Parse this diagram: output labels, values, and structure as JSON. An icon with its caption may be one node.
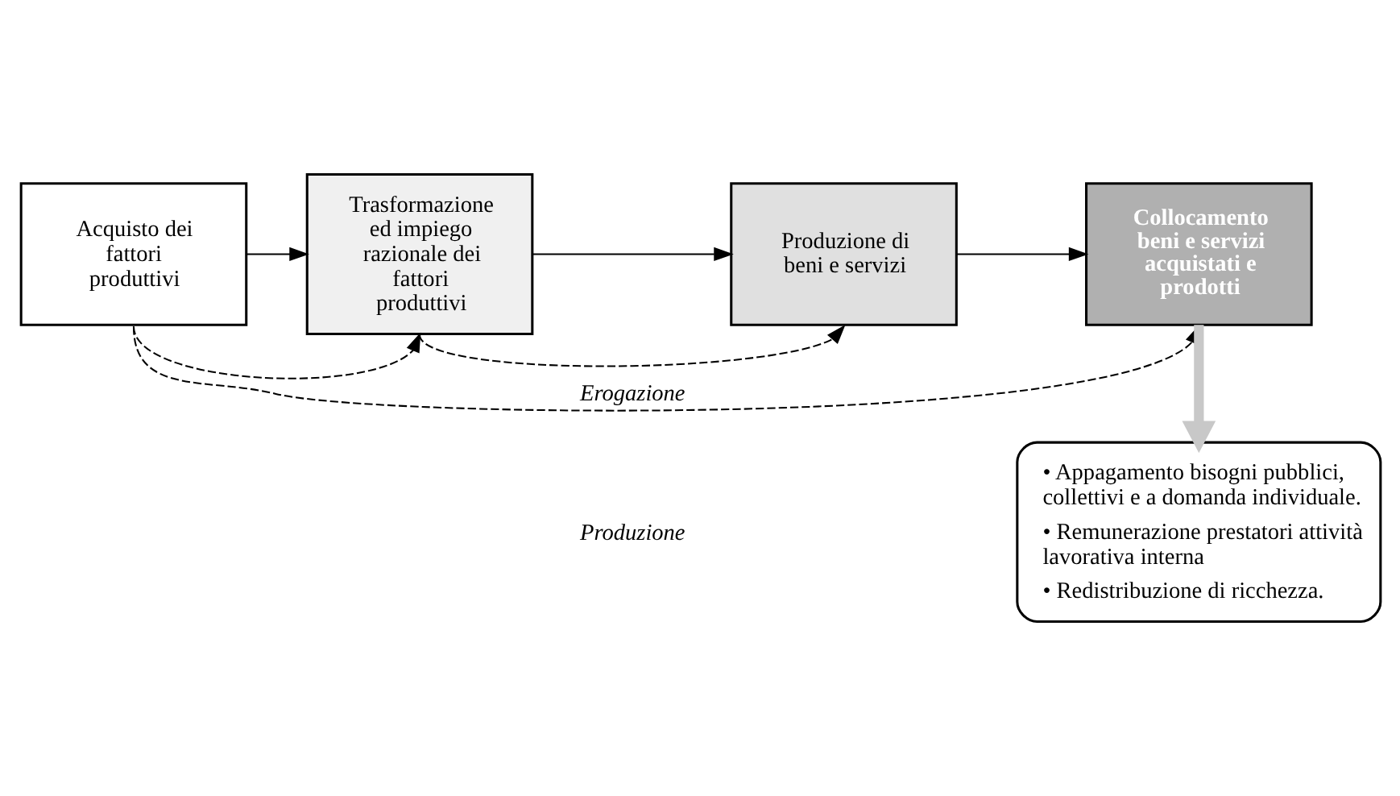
{
  "diagram": {
    "nodes": [
      {
        "text": [
          "Acquisto dei fattori produttivi"
        ]
      },
      {
        "text": [
          "Trasformazione ed impiego razionale dei fattori produttivi"
        ]
      },
      {
        "text": [
          "Produzione di beni e servizi"
        ]
      },
      {
        "text": [
          "Collocamento beni e servizi acquistati e prodotti"
        ]
      },
      {
        "text": [
          "• Appagamento bisogni pubblici, collettivi e a domanda individuale.",
          "• Remunerazione prestatori attività lavorativa interna",
          "• Redistribuzione di ricchezza."
        ]
      }
    ],
    "edges": [
      {
        "from": 0,
        "to": 1,
        "arrow": "to"
      },
      {
        "from": 1,
        "to": 2,
        "arrow": "to"
      },
      {
        "from": 2,
        "to": 3,
        "arrow": "to"
      },
      {
        "from": 0,
        "to": 1,
        "arrow": "to",
        "style": "dashed"
      },
      {
        "from": 1,
        "to": 2,
        "arrow": "to",
        "style": "dashed"
      },
      {
        "from": 0,
        "to": 3,
        "arrow": "to",
        "style": "dashed",
        "label": "Erogazione"
      },
      {
        "from": 3,
        "to": 4,
        "arrow": "to",
        "style": "thick",
        "color": "#c8c8c8"
      }
    ],
    "labels": [
      "Produzione"
    ]
  }
}
